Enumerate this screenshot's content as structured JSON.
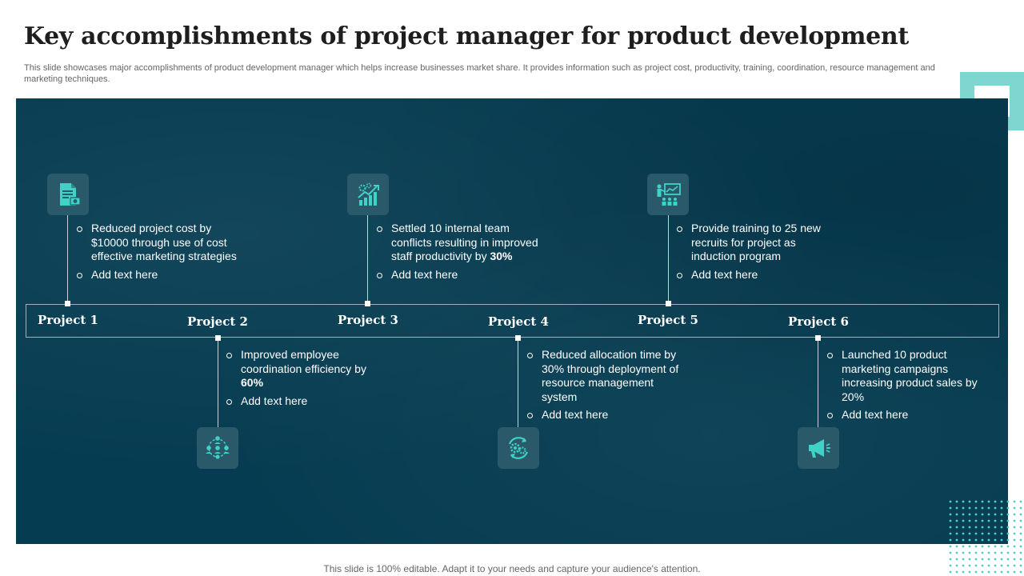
{
  "slide": {
    "title": "Key accomplishments of project manager for product development",
    "subtitle": "This slide showcases major accomplishments of product development manager which helps increase businesses market share. It provides information such as project cost, productivity, training, coordination, resource management and marketing techniques.",
    "footer": "This slide is 100% editable. Adapt it to your needs and capture your audience's attention."
  },
  "colors": {
    "panel": "#063c51",
    "accent": "#3fd3c8",
    "icon_box": "#2a5969"
  },
  "projects": [
    {
      "label": "Project 1",
      "icon": "document-money-icon",
      "point_1": "Reduced project cost by $10000 through use of cost effective marketing strategies",
      "point_2": "Add text here"
    },
    {
      "label": "Project 2",
      "icon": "team-network-icon",
      "point_1_pre": "Improved employee coordination efficiency by ",
      "point_1_bold": "60%",
      "point_2": "Add text here"
    },
    {
      "label": "Project 3",
      "icon": "growth-gears-icon",
      "point_1_pre": "Settled 10 internal team conflicts resulting in improved staff productivity by ",
      "point_1_bold": "30%",
      "point_2": "Add text here"
    },
    {
      "label": "Project 4",
      "icon": "gear-cycle-icon",
      "point_1": "Reduced allocation time by 30% through deployment of resource management system",
      "point_2": "Add text here"
    },
    {
      "label": "Project 5",
      "icon": "training-presentation-icon",
      "point_1": "Provide training to 25 new recruits for project as induction program",
      "point_2": "Add text here"
    },
    {
      "label": "Project 6",
      "icon": "megaphone-icon",
      "point_1": "Launched 10 product marketing campaigns increasing product sales by 20%",
      "point_2": "Add text here"
    }
  ]
}
